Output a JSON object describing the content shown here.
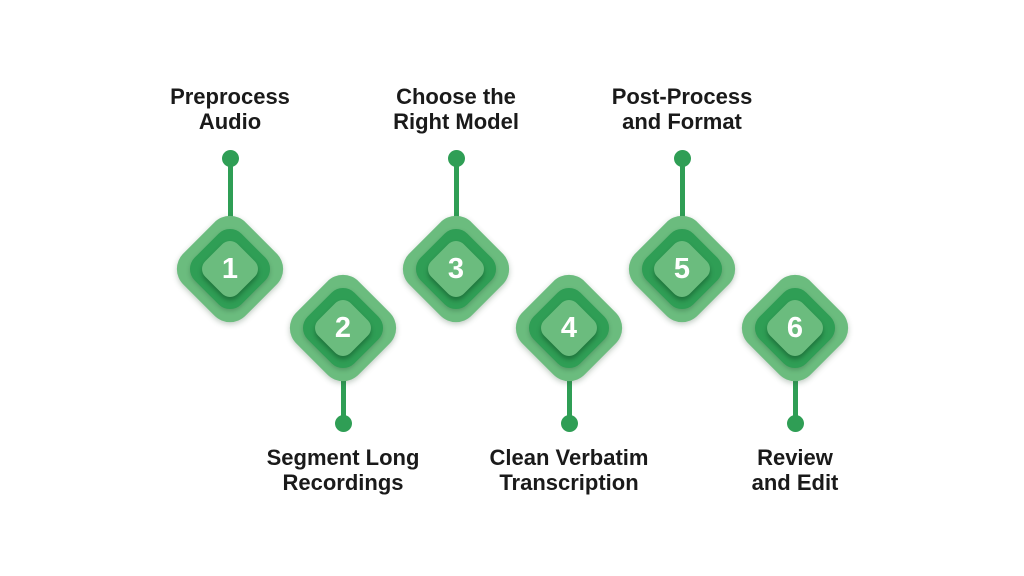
{
  "palette": {
    "background": "#ffffff",
    "diamond_light": "#6bbc7e",
    "diamond_dark": "#2f9e55",
    "connector": "#2f9e55",
    "label_text": "#1a1a1a",
    "number_text": "#ffffff"
  },
  "diagram": {
    "type": "process-steps",
    "step_count": 6
  },
  "steps": [
    {
      "number": "1",
      "position": "top",
      "label": "Preprocess Audio",
      "label_lines": [
        "Preprocess",
        "Audio"
      ]
    },
    {
      "number": "2",
      "position": "bottom",
      "label": "Segment Long Recordings",
      "label_lines": [
        "Segment Long",
        "Recordings"
      ]
    },
    {
      "number": "3",
      "position": "top",
      "label": "Choose the Right Model",
      "label_lines": [
        "Choose the",
        "Right Model"
      ]
    },
    {
      "number": "4",
      "position": "bottom",
      "label": "Clean Verbatim Transcription",
      "label_lines": [
        "Clean Verbatim",
        "Transcription"
      ]
    },
    {
      "number": "5",
      "position": "top",
      "label": "Post-Process and Format",
      "label_lines": [
        "Post-Process",
        "and Format"
      ]
    },
    {
      "number": "6",
      "position": "bottom",
      "label": "Review and Edit",
      "label_lines": [
        "Review",
        "and Edit"
      ]
    }
  ]
}
